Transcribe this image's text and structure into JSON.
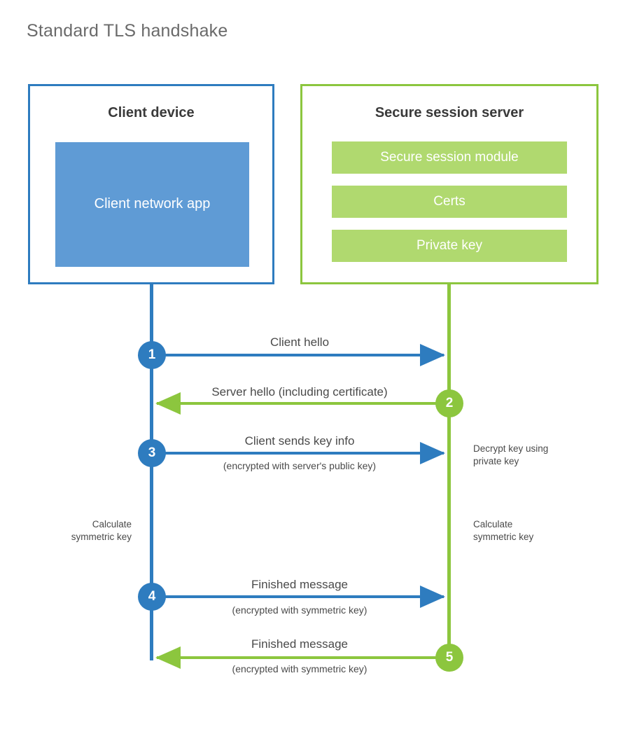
{
  "title": "Standard TLS handshake",
  "colors": {
    "client_blue": "#2e7cbf",
    "client_app_blue": "#5f9bd5",
    "server_green": "#8cc63e",
    "server_bar_green": "#b0d96f",
    "text_gray": "#4a4a4a",
    "title_gray": "#6a6a6a",
    "background": "#ffffff"
  },
  "parties": {
    "client": {
      "title": "Client device",
      "components": [
        {
          "label": "Client network app"
        }
      ]
    },
    "server": {
      "title": "Secure session server",
      "components": [
        {
          "label": "Secure session module"
        },
        {
          "label": "Certs"
        },
        {
          "label": "Private key"
        }
      ]
    }
  },
  "steps": [
    {
      "number": "1",
      "label": "Client hello",
      "sublabel": "",
      "direction": "client-to-server",
      "color": "blue"
    },
    {
      "number": "2",
      "label": "Server hello (including certificate)",
      "sublabel": "",
      "direction": "server-to-client",
      "color": "green"
    },
    {
      "number": "3",
      "label": "Client sends key info",
      "sublabel": "(encrypted with server's public key)",
      "direction": "client-to-server",
      "color": "blue"
    },
    {
      "number": "4",
      "label": "Finished message",
      "sublabel": "(encrypted with symmetric key)",
      "direction": "client-to-server",
      "color": "blue"
    },
    {
      "number": "5",
      "label": "Finished message",
      "sublabel": "(encrypted with symmetric key)",
      "direction": "server-to-client",
      "color": "green"
    }
  ],
  "notes": [
    {
      "side": "right",
      "text": "Decrypt key using\nprivate key"
    },
    {
      "side": "left",
      "text": "Calculate\nsymmetric key"
    },
    {
      "side": "right",
      "text": "Calculate\nsymmetric key"
    }
  ]
}
